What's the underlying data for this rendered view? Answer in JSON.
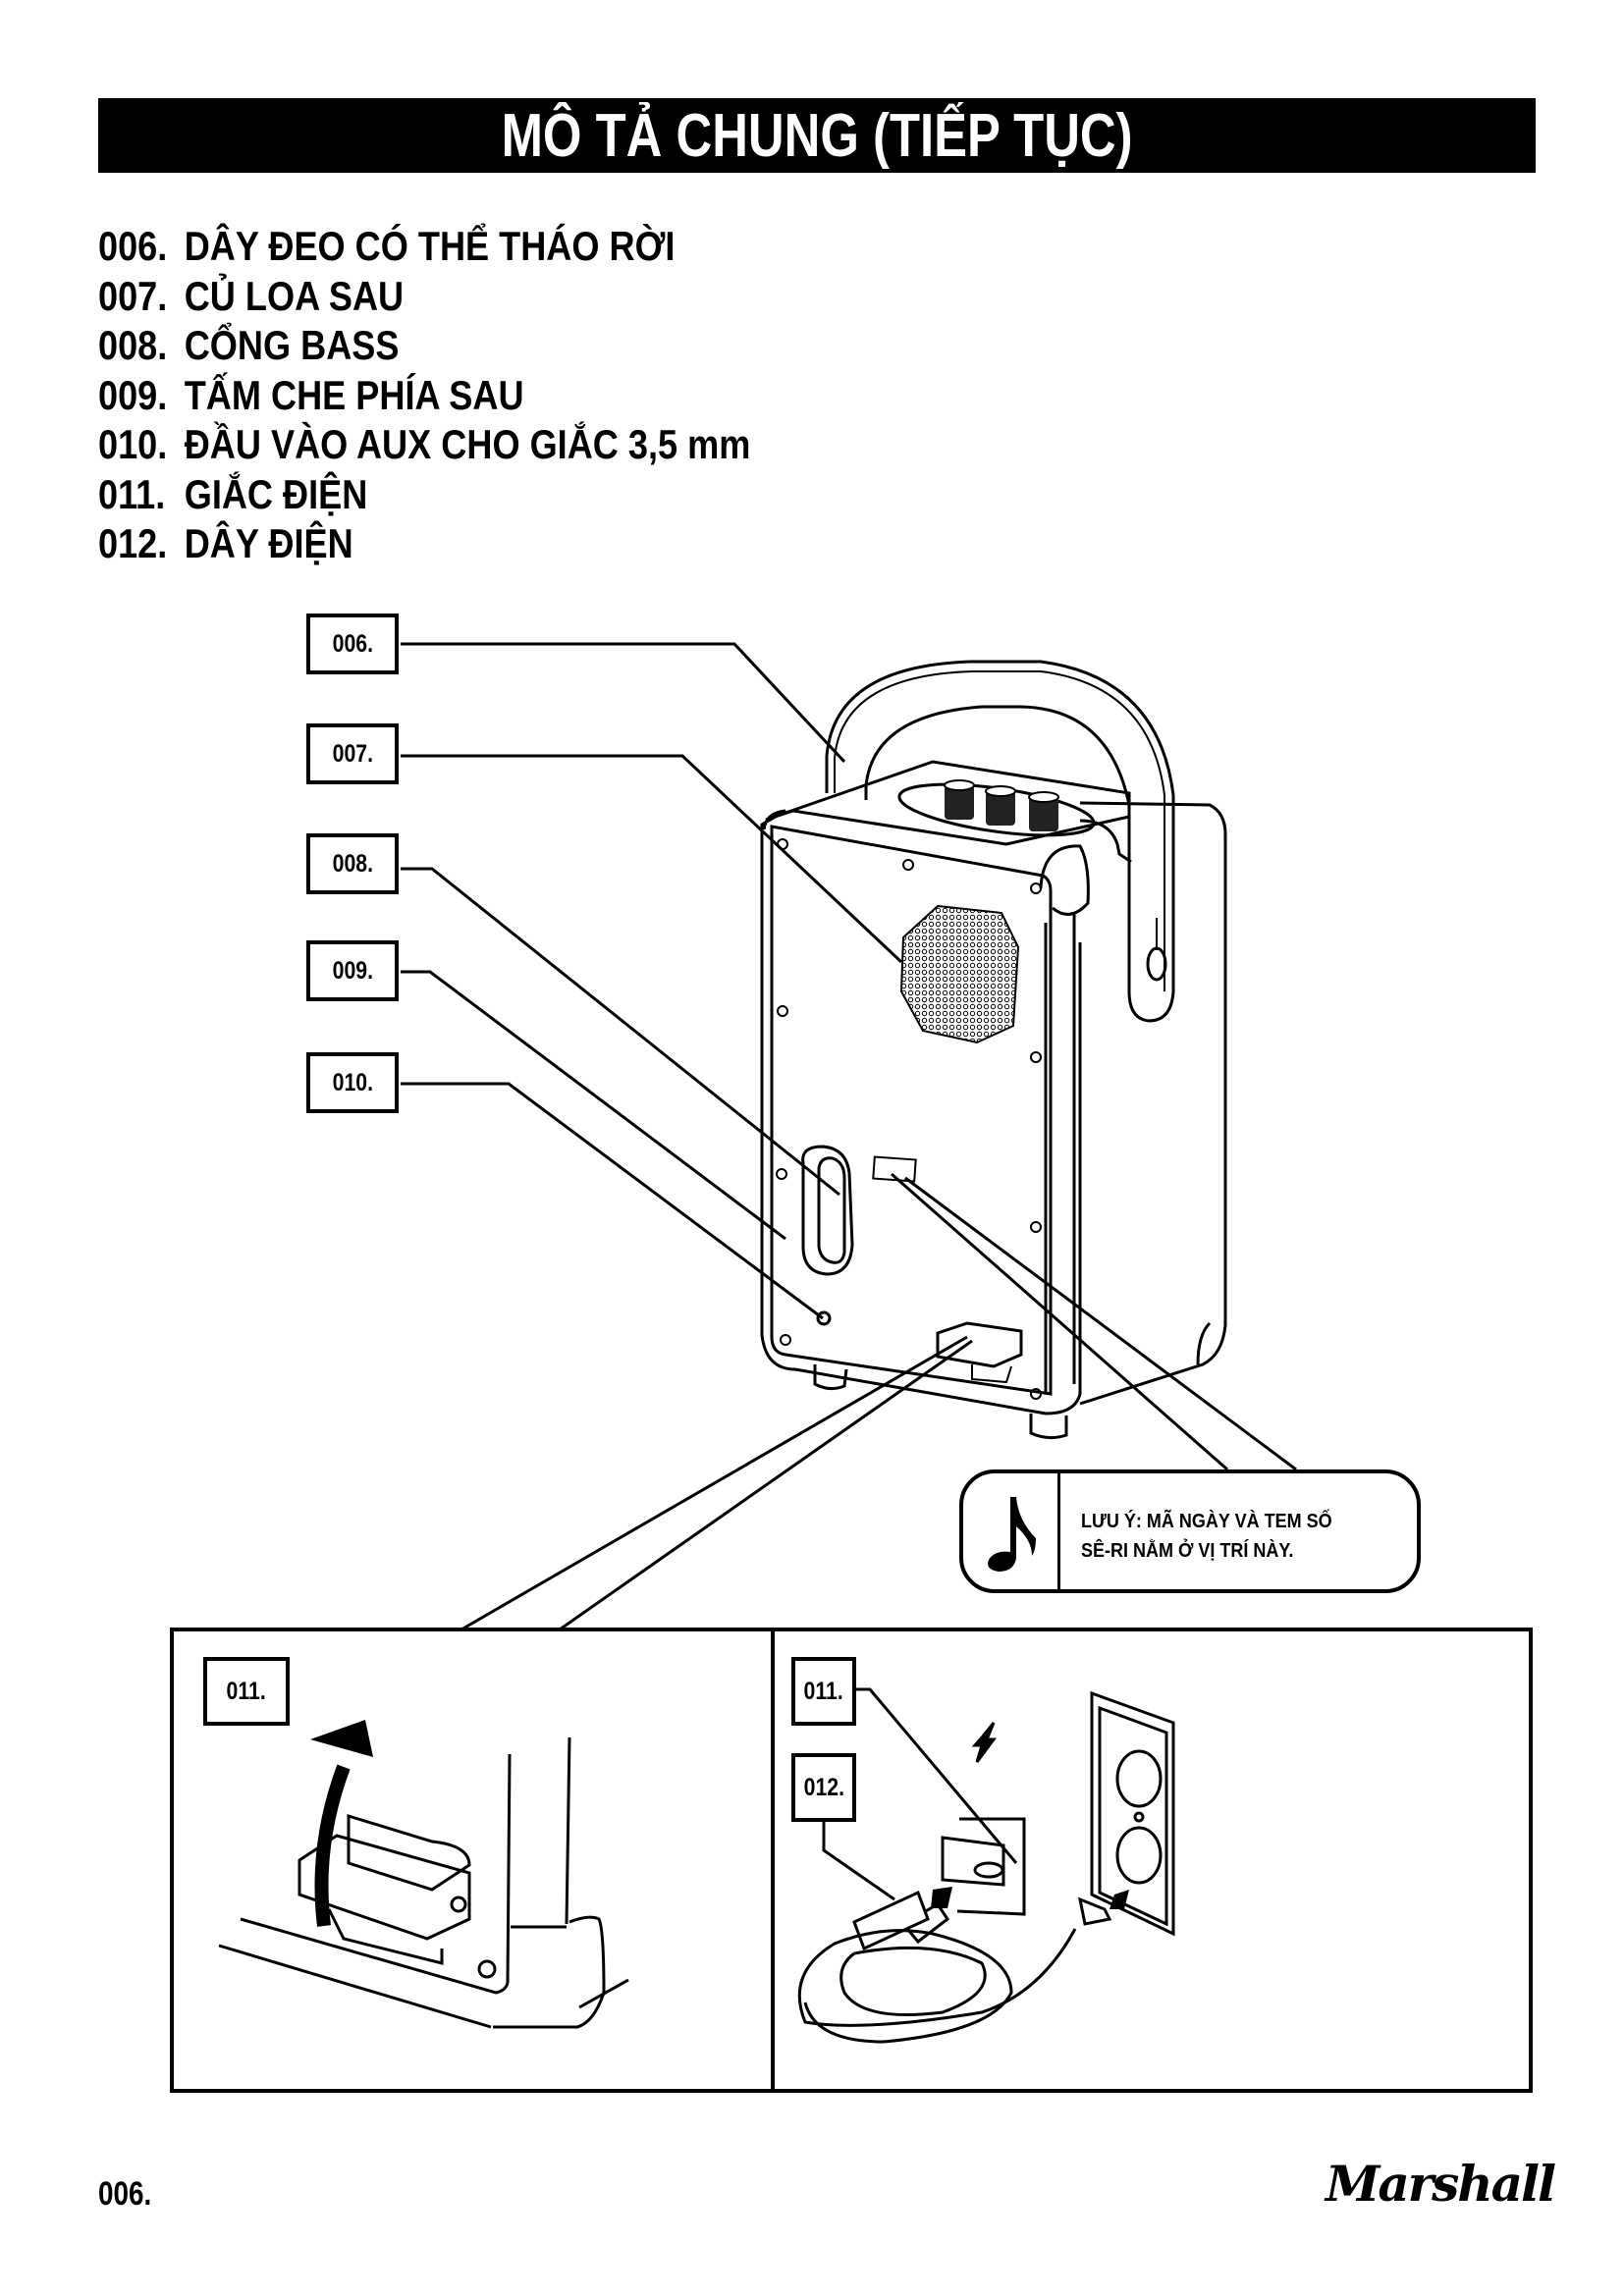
{
  "page": {
    "title": "MÔ TẢ CHUNG (TIẾP TỤC)",
    "page_number": "006.",
    "brand": "Marshall"
  },
  "parts": [
    {
      "number": "006.",
      "label": "DÂY ĐEO CÓ THỂ THÁO RỜI"
    },
    {
      "number": "007.",
      "label": "CỦ LOA SAU"
    },
    {
      "number": "008.",
      "label": "CỔNG BASS"
    },
    {
      "number": "009.",
      "label": "TẤM CHE PHÍA SAU"
    },
    {
      "number": "010.",
      "label": "ĐẦU VÀO AUX CHO GIẮC 3,5 mm"
    },
    {
      "number": "011.",
      "label": "GIẮC ĐIỆN"
    },
    {
      "number": "012.",
      "label": "DÂY ĐIỆN"
    }
  ],
  "diagram": {
    "callouts": [
      "006.",
      "007.",
      "008.",
      "009.",
      "010."
    ],
    "note": {
      "icon": "music-note-icon",
      "line1": "LƯU Ý: MÃ NGÀY VÀ TEM SỐ",
      "line2": "SÊ-RI NẰM Ở VỊ TRÍ NÀY."
    },
    "left_panel_callout": "011.",
    "right_panel_callouts": [
      "011.",
      "012."
    ]
  }
}
